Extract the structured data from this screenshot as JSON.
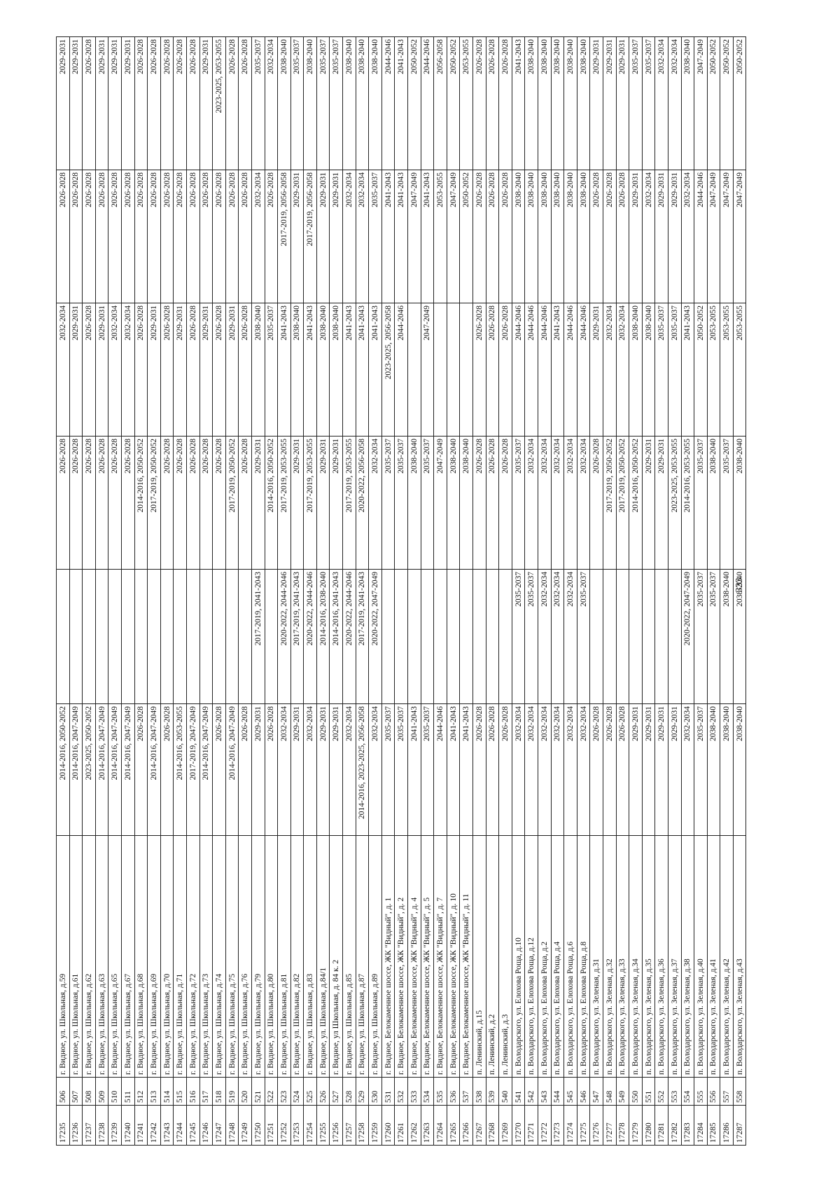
{
  "page_number": "333",
  "rows": [
    [
      "17235",
      "506",
      "г. Видное, ул. Школьная, д.59",
      "2014-2016, 2050-2052",
      "",
      "2026-2028",
      "2032-2034",
      "2026-2028",
      "2029-2031"
    ],
    [
      "17236",
      "507",
      "г. Видное, ул. Школьная, д.61",
      "2014-2016, 2047-2049",
      "",
      "2026-2028",
      "2029-2031",
      "2026-2028",
      "2029-2031"
    ],
    [
      "17237",
      "508",
      "г. Видное, ул. Школьная, д.62",
      "2023-2025, 2050-2052",
      "",
      "2026-2028",
      "2026-2028",
      "2026-2028",
      "2026-2028"
    ],
    [
      "17238",
      "509",
      "г. Видное, ул. Школьная, д.63",
      "2014-2016, 2047-2049",
      "",
      "2026-2028",
      "2029-2031",
      "2026-2028",
      "2029-2031"
    ],
    [
      "17239",
      "510",
      "г. Видное, ул. Школьная, д.65",
      "2014-2016, 2047-2049",
      "",
      "2026-2028",
      "2032-2034",
      "2026-2028",
      "2029-2031"
    ],
    [
      "17240",
      "511",
      "г. Видное, ул. Школьная, д.67",
      "2014-2016, 2047-2049",
      "",
      "2026-2028",
      "2032-2034",
      "2026-2028",
      "2029-2031"
    ],
    [
      "17241",
      "512",
      "г. Видное, ул. Школьная, д.68",
      "2026-2028",
      "",
      "2014-2016, 2050-2052",
      "2026-2028",
      "2026-2028",
      "2026-2028"
    ],
    [
      "17242",
      "513",
      "г. Видное, ул. Школьная, д.69",
      "2014-2016, 2047-2049",
      "",
      "2017-2019, 2050-2052",
      "2029-2031",
      "2026-2028",
      "2026-2028"
    ],
    [
      "17243",
      "514",
      "г. Видное, ул. Школьная, д.70",
      "2026-2028",
      "",
      "2026-2028",
      "2026-2028",
      "2026-2028",
      "2026-2028"
    ],
    [
      "17244",
      "515",
      "г. Видное, ул. Школьная, д.71",
      "2014-2016, 2053-2055",
      "",
      "2026-2028",
      "2029-2031",
      "2026-2028",
      "2026-2028"
    ],
    [
      "17245",
      "516",
      "г. Видное, ул. Школьная, д.72",
      "2017-2019, 2047-2049",
      "",
      "2026-2028",
      "2026-2028",
      "2026-2028",
      "2026-2028"
    ],
    [
      "17246",
      "517",
      "г. Видное, ул. Школьная, д.73",
      "2014-2016, 2047-2049",
      "",
      "2026-2028",
      "2029-2031",
      "2026-2028",
      "2029-2031"
    ],
    [
      "17247",
      "518",
      "г. Видное, ул. Школьная, д.74",
      "2026-2028",
      "",
      "2026-2028",
      "2026-2028",
      "2026-2028",
      "2023-2025, 2053-2055"
    ],
    [
      "17248",
      "519",
      "г. Видное, ул. Школьная, д.75",
      "2014-2016, 2047-2049",
      "",
      "2017-2019, 2050-2052",
      "2029-2031",
      "2026-2028",
      "2026-2028"
    ],
    [
      "17249",
      "520",
      "г. Видное, ул. Школьная, д.76",
      "2026-2028",
      "",
      "2026-2028",
      "2026-2028",
      "2026-2028",
      "2026-2028"
    ],
    [
      "17250",
      "521",
      "г. Видное, ул. Школьная, д.79",
      "2029-2031",
      "2017-2019, 2041-2043",
      "2029-2031",
      "2038-2040",
      "2032-2034",
      "2035-2037"
    ],
    [
      "17251",
      "522",
      "г. Видное, ул. Школьная, д.80",
      "2026-2028",
      "",
      "2014-2016, 2050-2052",
      "2035-2037",
      "2026-2028",
      "2032-2034"
    ],
    [
      "17252",
      "523",
      "г. Видное, ул. Школьная, д.81",
      "2032-2034",
      "2020-2022, 2044-2046",
      "2017-2019, 2053-2055",
      "2041-2043",
      "2017-2019, 2056-2058",
      "2038-2040"
    ],
    [
      "17253",
      "524",
      "г. Видное, ул. Школьная, д.82",
      "2029-2031",
      "2017-2019, 2041-2043",
      "2029-2031",
      "2038-2040",
      "2029-2031",
      "2035-2037"
    ],
    [
      "17254",
      "525",
      "г. Видное, ул. Школьная, д.83",
      "2032-2034",
      "2020-2022, 2044-2046",
      "2017-2019, 2053-2055",
      "2041-2043",
      "2017-2019, 2056-2058",
      "2038-2040"
    ],
    [
      "17255",
      "526",
      "г. Видное, ул. Школьная, д.84/1",
      "2029-2031",
      "2014-2016, 2038-2040",
      "2029-2031",
      "2038-2040",
      "2029-2031",
      "2035-2037"
    ],
    [
      "17256",
      "527",
      "г. Видное, ул Школьная, д. 84 к. 2",
      "2029-2031",
      "2014-2016, 2041-2043",
      "2029-2031",
      "2038-2040",
      "2029-2031",
      "2035-2037"
    ],
    [
      "17257",
      "528",
      "г. Видное, ул. Школьная, д.85",
      "2032-2034",
      "2020-2022, 2044-2046",
      "2017-2019, 2053-2055",
      "2041-2043",
      "2032-2034",
      "2038-2040"
    ],
    [
      "17258",
      "529",
      "г. Видное, ул. Школьная, д.87",
      "2014-2016, 2023-2025, 2056-2058",
      "2017-2019, 2041-2043",
      "2020-2022, 2056-2058",
      "2041-2043",
      "2032-2034",
      "2038-2040"
    ],
    [
      "17259",
      "530",
      "г. Видное, ул. Школьная, д.89",
      "2032-2034",
      "2020-2022, 2047-2049",
      "2032-2034",
      "2041-2043",
      "2035-2037",
      "2038-2040"
    ],
    [
      "17260",
      "531",
      "г. Видное, Белокаменное шоссе, ЖК \"Видный\", д. 1",
      "2035-2037",
      "",
      "2035-2037",
      "2023-2025, 2056-2058",
      "2041-2043",
      "2044-2046"
    ],
    [
      "17261",
      "532",
      "г. Видное, Белокаменное шоссе, ЖК \"Видный\", д. 2",
      "2035-2037",
      "",
      "2035-2037",
      "2044-2046",
      "2041-2043",
      "2041-2043"
    ],
    [
      "17262",
      "533",
      "г. Видное, Белокаменное шоссе, ЖК \"Видный\", д. 4",
      "2041-2043",
      "",
      "2038-2040",
      "",
      "2047-2049",
      "2050-2052"
    ],
    [
      "17263",
      "534",
      "г. Видное, Белокаменное шоссе, ЖК \"Видный\", д. 5",
      "2035-2037",
      "",
      "2035-2037",
      "2047-2049",
      "2041-2043",
      "2044-2046"
    ],
    [
      "17264",
      "535",
      "г. Видное, Белокаменное шоссе, ЖК \"Видный\", д. 7",
      "2044-2046",
      "",
      "2047-2049",
      "",
      "2053-2055",
      "2056-2058"
    ],
    [
      "17265",
      "536",
      "г. Видное, Белокаменное шоссе, ЖК \"Видный\", д. 10",
      "2041-2043",
      "",
      "2038-2040",
      "",
      "2047-2049",
      "2050-2052"
    ],
    [
      "17266",
      "537",
      "г. Видное, Белокаменное шоссе, ЖК \"Видный\", д. 11",
      "2041-2043",
      "",
      "2038-2040",
      "",
      "2050-2052",
      "2053-2055"
    ],
    [
      "17267",
      "538",
      "п. Ленинский, д.15",
      "2026-2028",
      "",
      "2026-2028",
      "2026-2028",
      "2026-2028",
      "2026-2028"
    ],
    [
      "17268",
      "539",
      "п. Ленинский, д.2",
      "2026-2028",
      "",
      "2026-2028",
      "2026-2028",
      "2026-2028",
      "2026-2028"
    ],
    [
      "17269",
      "540",
      "п. Ленинский, д.3",
      "2026-2028",
      "",
      "2026-2028",
      "2026-2028",
      "2026-2028",
      "2026-2028"
    ],
    [
      "17270",
      "541",
      "п. Володарского, ул. Елохова Роща, д.10",
      "2032-2034",
      "2035-2037",
      "2035-2037",
      "2044-2046",
      "2038-2040",
      "2041-2043"
    ],
    [
      "17271",
      "542",
      "п. Володарского, ул. Елохова Роща, д.12",
      "2032-2034",
      "2035-2037",
      "2032-2034",
      "2044-2046",
      "2038-2040",
      "2038-2040"
    ],
    [
      "17272",
      "543",
      "п. Володарского, ул. Елохова Роща, д.2",
      "2032-2034",
      "2032-2034",
      "2032-2034",
      "2044-2046",
      "2038-2040",
      "2038-2040"
    ],
    [
      "17273",
      "544",
      "п. Володарского, ул. Елохова Роща, д.4",
      "2032-2034",
      "2032-2034",
      "2032-2034",
      "2041-2043",
      "2038-2040",
      "2038-2040"
    ],
    [
      "17274",
      "545",
      "п. Володарского, ул. Елохова Роща, д.6",
      "2032-2034",
      "2032-2034",
      "2032-2034",
      "2044-2046",
      "2038-2040",
      "2038-2040"
    ],
    [
      "17275",
      "546",
      "п. Володарского, ул. Елохова Роща, д.8",
      "2032-2034",
      "2035-2037",
      "2032-2034",
      "2044-2046",
      "2038-2040",
      "2038-2040"
    ],
    [
      "17276",
      "547",
      "п. Володарского, ул. Зеленая, д.31",
      "2026-2028",
      "",
      "2026-2028",
      "2029-2031",
      "2026-2028",
      "2029-2031"
    ],
    [
      "17277",
      "548",
      "п. Володарского, ул. Зеленая, д.32",
      "2026-2028",
      "",
      "2017-2019, 2050-2052",
      "2032-2034",
      "2026-2028",
      "2029-2031"
    ],
    [
      "17278",
      "549",
      "п. Володарского, ул. Зеленая, д.33",
      "2026-2028",
      "",
      "2017-2019, 2050-2052",
      "2032-2034",
      "2026-2028",
      "2029-2031"
    ],
    [
      "17279",
      "550",
      "п. Володарского, ул. Зеленая, д.34",
      "2029-2031",
      "",
      "2014-2016, 2050-2052",
      "2038-2040",
      "2029-2031",
      "2035-2037"
    ],
    [
      "17280",
      "551",
      "п. Володарского, ул. Зеленая, д.35",
      "2029-2031",
      "",
      "2029-2031",
      "2038-2040",
      "2032-2034",
      "2035-2037"
    ],
    [
      "17281",
      "552",
      "п. Володарского, ул. Зеленая, д.36",
      "2029-2031",
      "",
      "2029-2031",
      "2035-2037",
      "2029-2031",
      "2032-2034"
    ],
    [
      "17282",
      "553",
      "п. Володарского, ул. Зеленая, д.37",
      "2029-2031",
      "",
      "2023-2025, 2053-2055",
      "2035-2037",
      "2029-2031",
      "2032-2034"
    ],
    [
      "17283",
      "554",
      "п. Володарского, ул. Зеленая, д.38",
      "2032-2034",
      "2020-2022, 2047-2049",
      "2014-2016, 2053-2055",
      "2041-2043",
      "2032-2034",
      "2038-2040"
    ],
    [
      "17284",
      "555",
      "п. Володарского, ул. Зеленая, д.40",
      "2035-2037",
      "2035-2037",
      "2035-2037",
      "2050-2052",
      "2044-2046",
      "2047-2049"
    ],
    [
      "17285",
      "556",
      "п. Володарского, ул. Зеленая, д.41",
      "2038-2040",
      "2035-2037",
      "2038-2040",
      "2053-2055",
      "2047-2049",
      "2050-2052"
    ],
    [
      "17286",
      "557",
      "п. Володарского, ул. Зеленая, д.42",
      "2038-2040",
      "2038-2040",
      "2035-2037",
      "2053-2055",
      "2047-2049",
      "2050-2052"
    ],
    [
      "17287",
      "558",
      "п. Володарского, ул. Зеленая, д.43",
      "2038-2040",
      "2038-2040",
      "2038-2040",
      "2053-2055",
      "2047-2049",
      "2050-2052"
    ]
  ]
}
